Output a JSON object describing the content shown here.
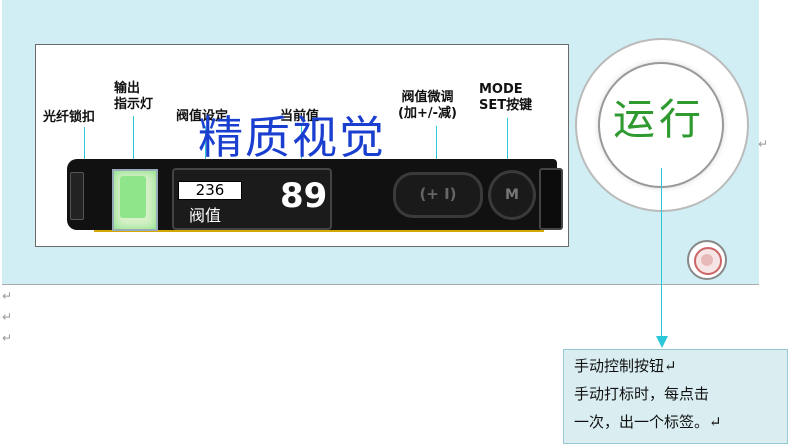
{
  "labels": {
    "fiber_lock": "光纤锁扣",
    "output_indicator": "输出\n指示灯",
    "threshold_setting": "阀值设定",
    "current_value": "当前值",
    "threshold_fine_tune": "阀值微调\n(加+/-减)",
    "mode_set_key": "MODE\nSET按键"
  },
  "watermark": "精质视觉",
  "sensor_display": {
    "threshold_value": "236",
    "threshold_label": "阀值",
    "current_value": "89",
    "adjust_button_text": "(+ I)",
    "mode_button_text": "M"
  },
  "run_button": {
    "label": "运行"
  },
  "paragraph_mark": "↵",
  "callout": {
    "title": "手动控制按钮↵",
    "line1": "手动打标时，每点击",
    "line2": "一次，出一个标签。↵"
  },
  "colors": {
    "panel_bg": "#d0eef4",
    "run_text": "#2f9a2f",
    "watermark": "#1a3fd0",
    "leader_line": "#2cc7d6",
    "callout_bg": "#daeef2"
  }
}
